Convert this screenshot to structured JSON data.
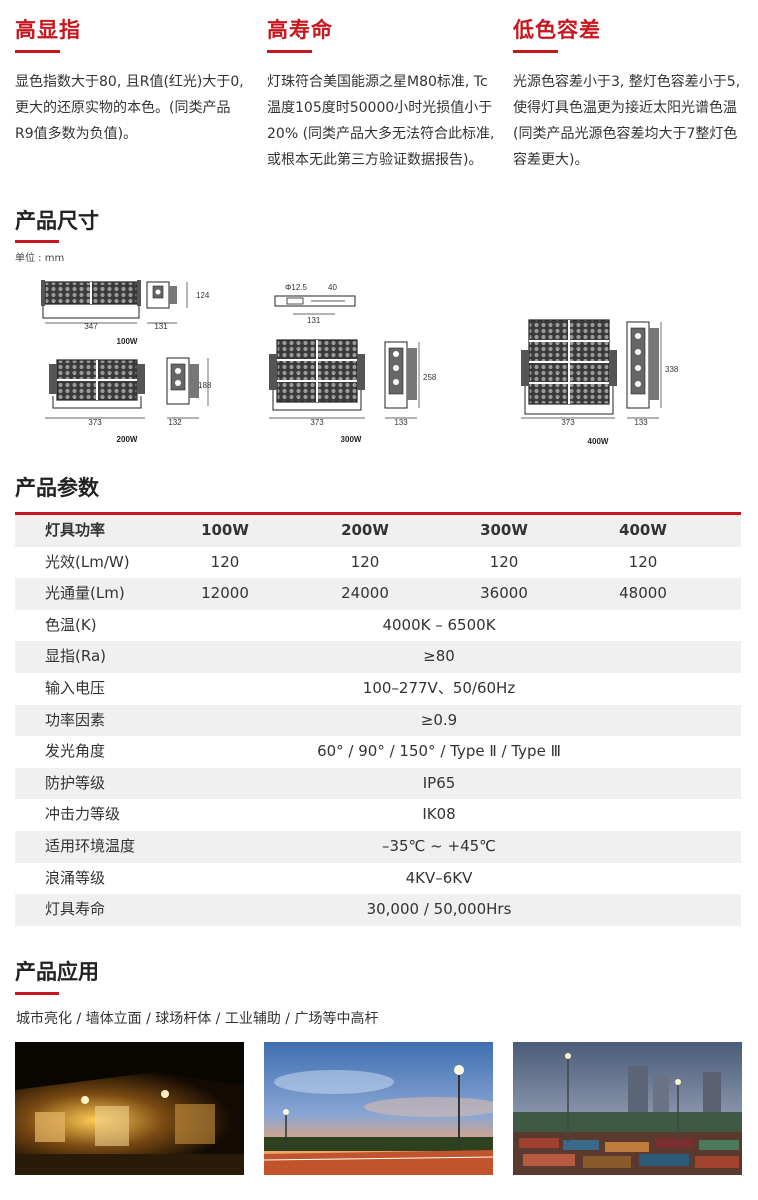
{
  "features": [
    {
      "title": "高显指",
      "text": "显色指数大于80, 且R值(红光)大于0, 更大的还原实物的本色。(同类产品R9值多数为负值)。"
    },
    {
      "title": "高寿命",
      "text": "灯珠符合美国能源之星M80标准, Tc温度105度时50000小时光损值小于20% (同类产品大多无法符合此标准, 或根本无此第三方验证数据报告)。"
    },
    {
      "title": "低色容差",
      "text": "光源色容差小于3, 整灯色容差小于5, 使得灯具色温更为接近太阳光谱色温(同类产品光源色容差均大于7整灯色容差更大)。"
    }
  ],
  "size_section": {
    "title": "产品尺寸",
    "unit": "单位 : mm",
    "models": [
      {
        "name": "100W",
        "width": "347",
        "depth": "131",
        "height": "124"
      },
      {
        "name": "200W",
        "width": "373",
        "depth": "132",
        "height": "188"
      },
      {
        "name": "300W",
        "width": "373",
        "depth": "133",
        "height": "258",
        "top_phi": "Φ12.5",
        "top_a": "40",
        "top_b": "131"
      },
      {
        "name": "400W",
        "width": "373",
        "depth": "133",
        "height": "338"
      }
    ]
  },
  "params_section": {
    "title": "产品参数",
    "header": {
      "label": "灯具功率",
      "cols": [
        "100W",
        "200W",
        "300W",
        "400W"
      ]
    },
    "rows_multi": [
      {
        "label": "光效(Lm/W)",
        "cols": [
          "120",
          "120",
          "120",
          "120"
        ]
      },
      {
        "label": "光通量(Lm)",
        "cols": [
          "12000",
          "24000",
          "36000",
          "48000"
        ]
      }
    ],
    "rows_span": [
      {
        "label": "色温(K)",
        "value": "4000K – 6500K"
      },
      {
        "label": "显指(Ra)",
        "value": "≥80"
      },
      {
        "label": "输入电压",
        "value": "100–277V、50/60Hz"
      },
      {
        "label": "功率因素",
        "value": "≥0.9"
      },
      {
        "label": "发光角度",
        "value": "60° / 90° / 150° / Type Ⅱ / Type Ⅲ"
      },
      {
        "label": "防护等级",
        "value": "IP65"
      },
      {
        "label": "冲击力等级",
        "value": "IK08"
      },
      {
        "label": "适用环境温度",
        "value": "–35℃ ~ +45℃"
      },
      {
        "label": "浪涌等级",
        "value": "4KV–6KV"
      },
      {
        "label": "灯具寿命",
        "value": "30,000 / 50,000Hrs"
      }
    ]
  },
  "apps_section": {
    "title": "产品应用",
    "text": "城市亮化 / 墙体立面 / 球场杆体 / 工业辅助 / 广场等中高杆",
    "photos": [
      "warehouse-night-photo",
      "tennis-court-dusk-photo",
      "container-yard-dusk-photo"
    ]
  },
  "colors": {
    "accent": "#c8161e",
    "row_shade": "#f0f0f0"
  }
}
